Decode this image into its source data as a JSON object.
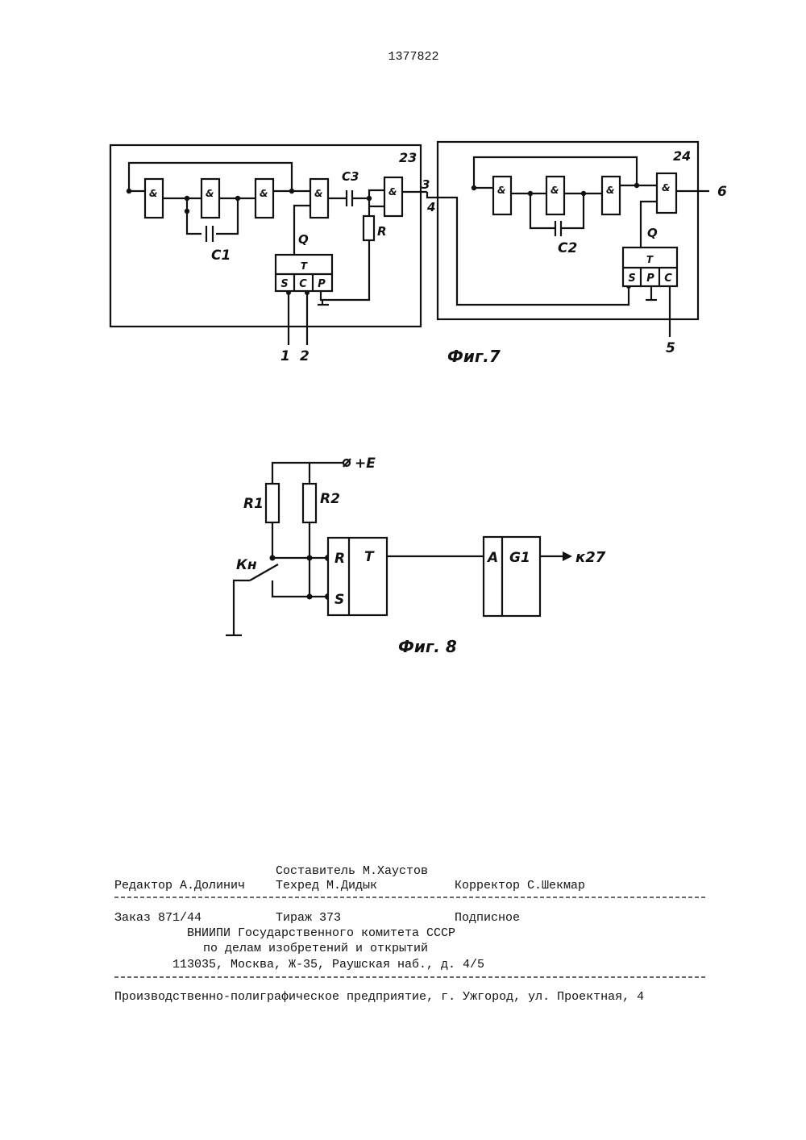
{
  "page_number": "1377822",
  "fig7": {
    "caption": "Фиг.7",
    "block_a_number": "23",
    "block_b_number": "24",
    "gate_symbol": "&",
    "cap_c1": "C1",
    "cap_c2": "C2",
    "cap_c3": "C3",
    "res_r": "R",
    "q_a": "Q",
    "q_b": "Q",
    "trigger_a": {
      "title": "T",
      "s": "S",
      "c": "C",
      "p": "P"
    },
    "trigger_b": {
      "title": "T",
      "s": "S",
      "p": "P",
      "c": "C"
    },
    "terminals": {
      "t1": "1",
      "t2": "2",
      "t3": "3",
      "t4": "4",
      "t5": "5",
      "t6": "6"
    }
  },
  "fig8": {
    "caption": "Фиг. 8",
    "supply": "+E",
    "r1": "R1",
    "r2": "R2",
    "switch": "Кн",
    "trigger": {
      "r": "R",
      "s": "S",
      "title": "T"
    },
    "gen": {
      "a": "A",
      "title": "G1"
    },
    "output": "к27"
  },
  "imprint": {
    "compiler": "Составитель М.Хаустов",
    "editor": "Редактор А.Долинич",
    "techred": "Техред М.Дидык",
    "corrector": "Корректор С.Шекмар",
    "order": "Заказ 871/44",
    "circulation": "Тираж 373",
    "subscription": "Подписное",
    "org1": "ВНИИПИ Государственного комитета СССР",
    "org2": "по делам изобретений и открытий",
    "address": "113035, Москва, Ж-35, Раушская наб., д. 4/5",
    "printer": "Производственно-полиграфическое предприятие, г. Ужгород, ул. Проектная, 4"
  }
}
